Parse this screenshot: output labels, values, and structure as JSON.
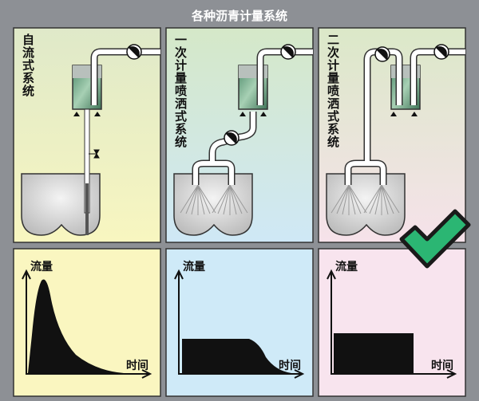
{
  "title": "各种沥青计量系统",
  "systems": [
    {
      "label": "自流式系统",
      "background": [
        "#dfe9c9",
        "#f8f6c0"
      ],
      "chart_background": "#faf6c0"
    },
    {
      "label": "一次计量喷洒式系统",
      "background": [
        "#d5e8c8",
        "#cfe8f6"
      ],
      "chart_background": "#cfeaf8"
    },
    {
      "label": "二次计量喷洒式系统",
      "background": [
        "#dbe8c8",
        "#f6e2ea"
      ],
      "chart_background": "#f8e4ee"
    }
  ],
  "axis_labels": {
    "y": "流量",
    "x": "时间"
  },
  "check_color": "#2bb673",
  "chart_data": [
    {
      "type": "area",
      "title": "自流式系统",
      "ylabel": "流量",
      "xlabel": "时间",
      "shape": "sharp peak then exponential decay"
    },
    {
      "type": "area",
      "title": "一次计量喷洒式系统",
      "ylabel": "流量",
      "xlabel": "时间",
      "shape": "flat plateau then decay"
    },
    {
      "type": "area",
      "title": "二次计量喷洒式系统",
      "ylabel": "流量",
      "xlabel": "时间",
      "shape": "constant rectangle"
    }
  ]
}
